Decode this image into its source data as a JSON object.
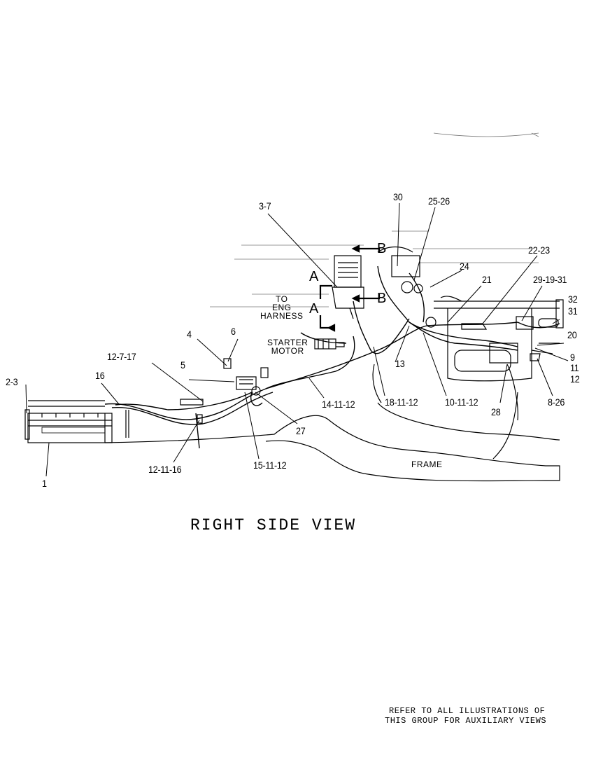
{
  "view_title": "RIGHT SIDE VIEW",
  "footer_note": [
    "REFER TO ALL ILLUSTRATIONS OF",
    "THIS GROUP FOR AUXILIARY VIEWS"
  ],
  "section_markers": {
    "a": "A",
    "b": "B"
  },
  "annotations": {
    "to_eng_harness": [
      "TO",
      "ENG",
      "HARNESS"
    ],
    "starter_motor": [
      "STARTER",
      "MOTOR"
    ],
    "frame": "FRAME"
  },
  "callouts": {
    "c1": "1",
    "c2_3": "2-3",
    "c3_7": "3-7",
    "c4": "4",
    "c5": "5",
    "c6": "6",
    "c8_26": "8-26",
    "c9": "9",
    "c10_11_12": "10-11-12",
    "c11": "11",
    "c12": "12",
    "c12_7_17": "12-7-17",
    "c12_11_16": "12-11-16",
    "c13": "13",
    "c14_11_12": "14-11-12",
    "c15_11_12": "15-11-12",
    "c16": "16",
    "c18_11_12": "18-11-12",
    "c20": "20",
    "c21": "21",
    "c22_23": "22-23",
    "c24": "24",
    "c25_26": "25-26",
    "c27": "27",
    "c28": "28",
    "c29_19_31": "29-19-31",
    "c30": "30",
    "c31": "31",
    "c32": "32"
  }
}
